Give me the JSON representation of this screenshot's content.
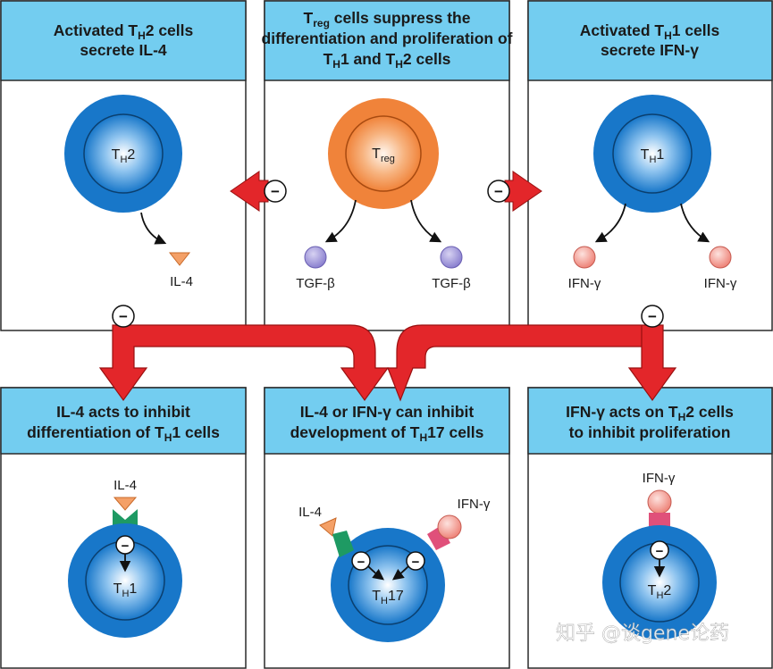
{
  "headers": {
    "top_left": {
      "line1_a": "Activated T",
      "line1_sub": "H",
      "line1_b": "2 cells",
      "line2": "secrete IL-4"
    },
    "top_mid": {
      "line1_a": "T",
      "line1_sub": "reg",
      "line1_b": " cells suppress the",
      "line2": "differentiation and proliferation of",
      "line3_a": "T",
      "line3_sub1": "H",
      "line3_b": "1 and T",
      "line3_sub2": "H",
      "line3_c": "2 cells"
    },
    "top_right": {
      "line1_a": "Activated T",
      "line1_sub": "H",
      "line1_b": "1 cells",
      "line2": "secrete IFN-γ"
    },
    "bot_left": {
      "line1": "IL-4 acts to inhibit",
      "line2_a": "differentiation of T",
      "line2_sub": "H",
      "line2_b": "1 cells"
    },
    "bot_mid": {
      "line1": "IL-4 or IFN-γ can inhibit",
      "line2_a": "development of T",
      "line2_sub": "H",
      "line2_b": "17 cells"
    },
    "bot_right": {
      "line1_a": "IFN-γ acts on T",
      "line1_sub": "H",
      "line1_b": "2 cells",
      "line2": "to inhibit proliferation"
    }
  },
  "cells": {
    "th2": {
      "main": "T",
      "sub": "H",
      "suffix": "2"
    },
    "treg": {
      "main": "T",
      "sub": "reg",
      "suffix": ""
    },
    "th1": {
      "main": "T",
      "sub": "H",
      "suffix": "1"
    },
    "th1_inhibited": {
      "main": "T",
      "sub": "H",
      "suffix": "1"
    },
    "th17": {
      "main": "T",
      "sub": "H",
      "suffix": "17"
    },
    "th2_inhibited": {
      "main": "T",
      "sub": "H",
      "suffix": "2"
    }
  },
  "labels": {
    "il4_top": "IL-4",
    "tgf_left": "TGF-β",
    "tgf_right": "TGF-β",
    "ifn_left": "IFN-γ",
    "ifn_right": "IFN-γ",
    "il4_bot_left": "IL-4",
    "il4_bot_mid": "IL-4",
    "ifn_bot_mid": "IFN-γ",
    "ifn_bot_right": "IFN-γ"
  },
  "symbols": {
    "minus": "−"
  },
  "watermark": "知乎 @谈gene论药",
  "colors": {
    "header_bg": "#73cdf0",
    "panel_border": "#2a2a2a",
    "cell_blue": "#1877c9",
    "treg_orange": "#f0833a",
    "arrow_red": "#e3262a",
    "tgf_purple": "#9a92d6",
    "ifn_pink": "#f2948a",
    "il4_orange": "#f4a067",
    "receptor_green": "#1e9a63",
    "receptor_pink": "#e0507a"
  }
}
